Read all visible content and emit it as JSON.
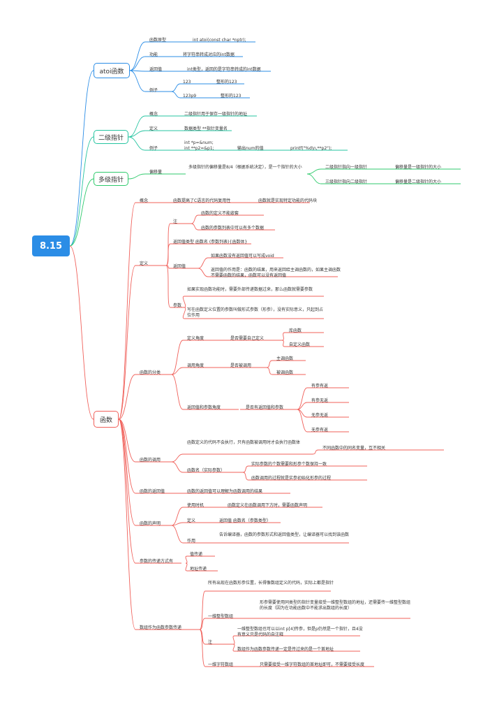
{
  "root": {
    "label": "8.15"
  },
  "colors": {
    "root": "#2b8de6",
    "atoi": "#2b8de6",
    "erji": "#25c4a0",
    "duoji": "#2fca6c",
    "hanshu": "#f0605a"
  },
  "atoi": {
    "title": "atoi函数",
    "proto_label": "函数原型",
    "proto_value": "int atoi(const char *nptr);",
    "func_label": "功能",
    "func_value": "将字符串转成对应的int数据",
    "ret_label": "返回值",
    "ret_value": "int类型，返回的是字符串转成的int数据",
    "ex_label": "例子",
    "ex1_in": "123",
    "ex1_out": "整形的123",
    "ex2_in": "123p9",
    "ex2_out": "整形的123"
  },
  "erji": {
    "title": "二级指针",
    "concept_label": "概念",
    "concept_value": "二级指针用于保存一级指针的地址",
    "def_label": "定义",
    "def_value": "数据类型 **指针变量名",
    "ex_label": "例子",
    "ex_code1": "int *p=&num;",
    "ex_code2": "int **p2=&p1;",
    "ex_out": "输出num的值",
    "ex_printf": "printf(\"%d\\n,**p2\");"
  },
  "duoji": {
    "title": "多级指针",
    "offset_label": "偏移量",
    "offset_desc": "多级指针的偏移量是8/4（根据系统决定），是一个指针的大小",
    "l1": "二级指针指向一级指针",
    "l1r": "偏移量是一级指针的大小",
    "l2": "三级指针指向二级指针",
    "l2r": "偏移量是二级指针的大小"
  },
  "hanshu": {
    "title": "函数",
    "concept_label": "概念",
    "concept_value": "函数提高了C语言的代码复用性",
    "concept_value2": "函数就是实现特定功能的代码块",
    "def_label": "定义",
    "note_label": "注",
    "note1": "函数的定义不能嵌套",
    "note2": "函数的参数列表中可以有多个数据",
    "syntax": "返回值类型 函数名 (参数列表){函数体}",
    "ret_label": "返回值",
    "ret1": "如果函数没有返回值可以写成void",
    "ret2": "返回值的作用是：函数的结果，用来返回给主调函数的，如果主调函数不需要函数的结果，函数可以没有返回值",
    "param_label": "参数",
    "param1": "如果实现函数功能时，需要外部传递数据过来，那么函数就需要参数",
    "param2": "写在函数定义位置的参数叫做形式参数（形参），没有实际意义，只起到占位作用",
    "class_label": "函数的分类",
    "c1_label": "定义角度",
    "c1_q": "是否需要自己定义",
    "c1_a": "库函数",
    "c1_b": "自定义函数",
    "c2_label": "调用角度",
    "c2_q": "是否被调用",
    "c2_a": "主调函数",
    "c2_b": "被调函数",
    "c3_label": "返回值和参数角度",
    "c3_q": "是否有返回值和参数",
    "c3_a": "有参有返",
    "c3_b": "有参无返",
    "c3_c": "无参无返",
    "c3_d": "无参有返",
    "call_label": "函数的调用",
    "call1": "函数定义的代码不会执行，只有函数被调用时才会执行函数体",
    "call1r": "不同函数中的同名变量，互不相关",
    "call2_label": "函数名（实际参数）",
    "call2a": "实际参数的个数需要和形参个数保持一致",
    "call2b": "函数调用的过程就是实参初始化形参的过程",
    "retval_label": "函数的返回值",
    "retval_value": "函数的返回值可以理解为函数调用的结果",
    "decl_label": "函数的声明",
    "decl_when_label": "使用时机",
    "decl_when": "函数定义在函数调用下方时，需要函数声明",
    "decl_def_label": "定义",
    "decl_def": "返回值 函数名（参数类型）",
    "decl_use_label": "作用",
    "decl_use": "告诉编译器，函数的参数形式和返回值类型，让编译器可以找到该函数",
    "pass_label": "参数的传递方式有",
    "pass1": "值传递",
    "pass2": "地址传递",
    "arr_label": "数组作为函数参数传递",
    "arr1": "所有出现在函数形参位置，长得像数组定义的代码，实际上都是指针",
    "arr2_label": "一维整型数组",
    "arr2": "形参需要使用同类型的指针变量接受一维整型数组的地址，还需要传一维整型数组的长度（因为在功能函数中不能求出数组的长度）",
    "arr3_label": "注",
    "arr3a": "一维整型数组也可以以int p[4]传参，但是p仍然是一个指针，且4没有意义只是代码的自注释",
    "arr3b": "数组作为函数参数传递一定是传过来的是一个首地址",
    "arr4_label": "一维字符数组",
    "arr4": "只需要接受一维字符数组的首地址即可，不需要接受长度"
  }
}
